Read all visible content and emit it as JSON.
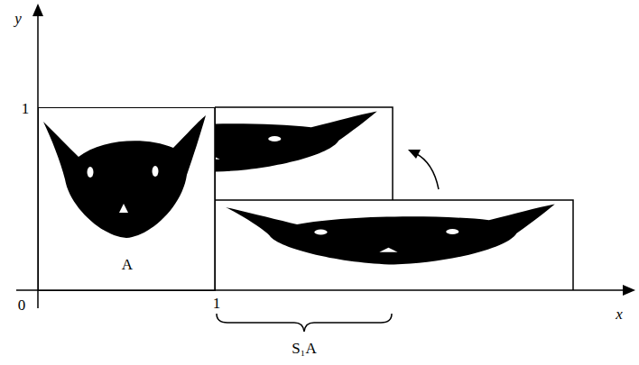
{
  "diagram": {
    "nodes": [
      {
        "text": [
          "A"
        ]
      }
    ],
    "labels": [
      "y",
      "1",
      "0",
      "1",
      "x",
      "S₁A"
    ]
  }
}
